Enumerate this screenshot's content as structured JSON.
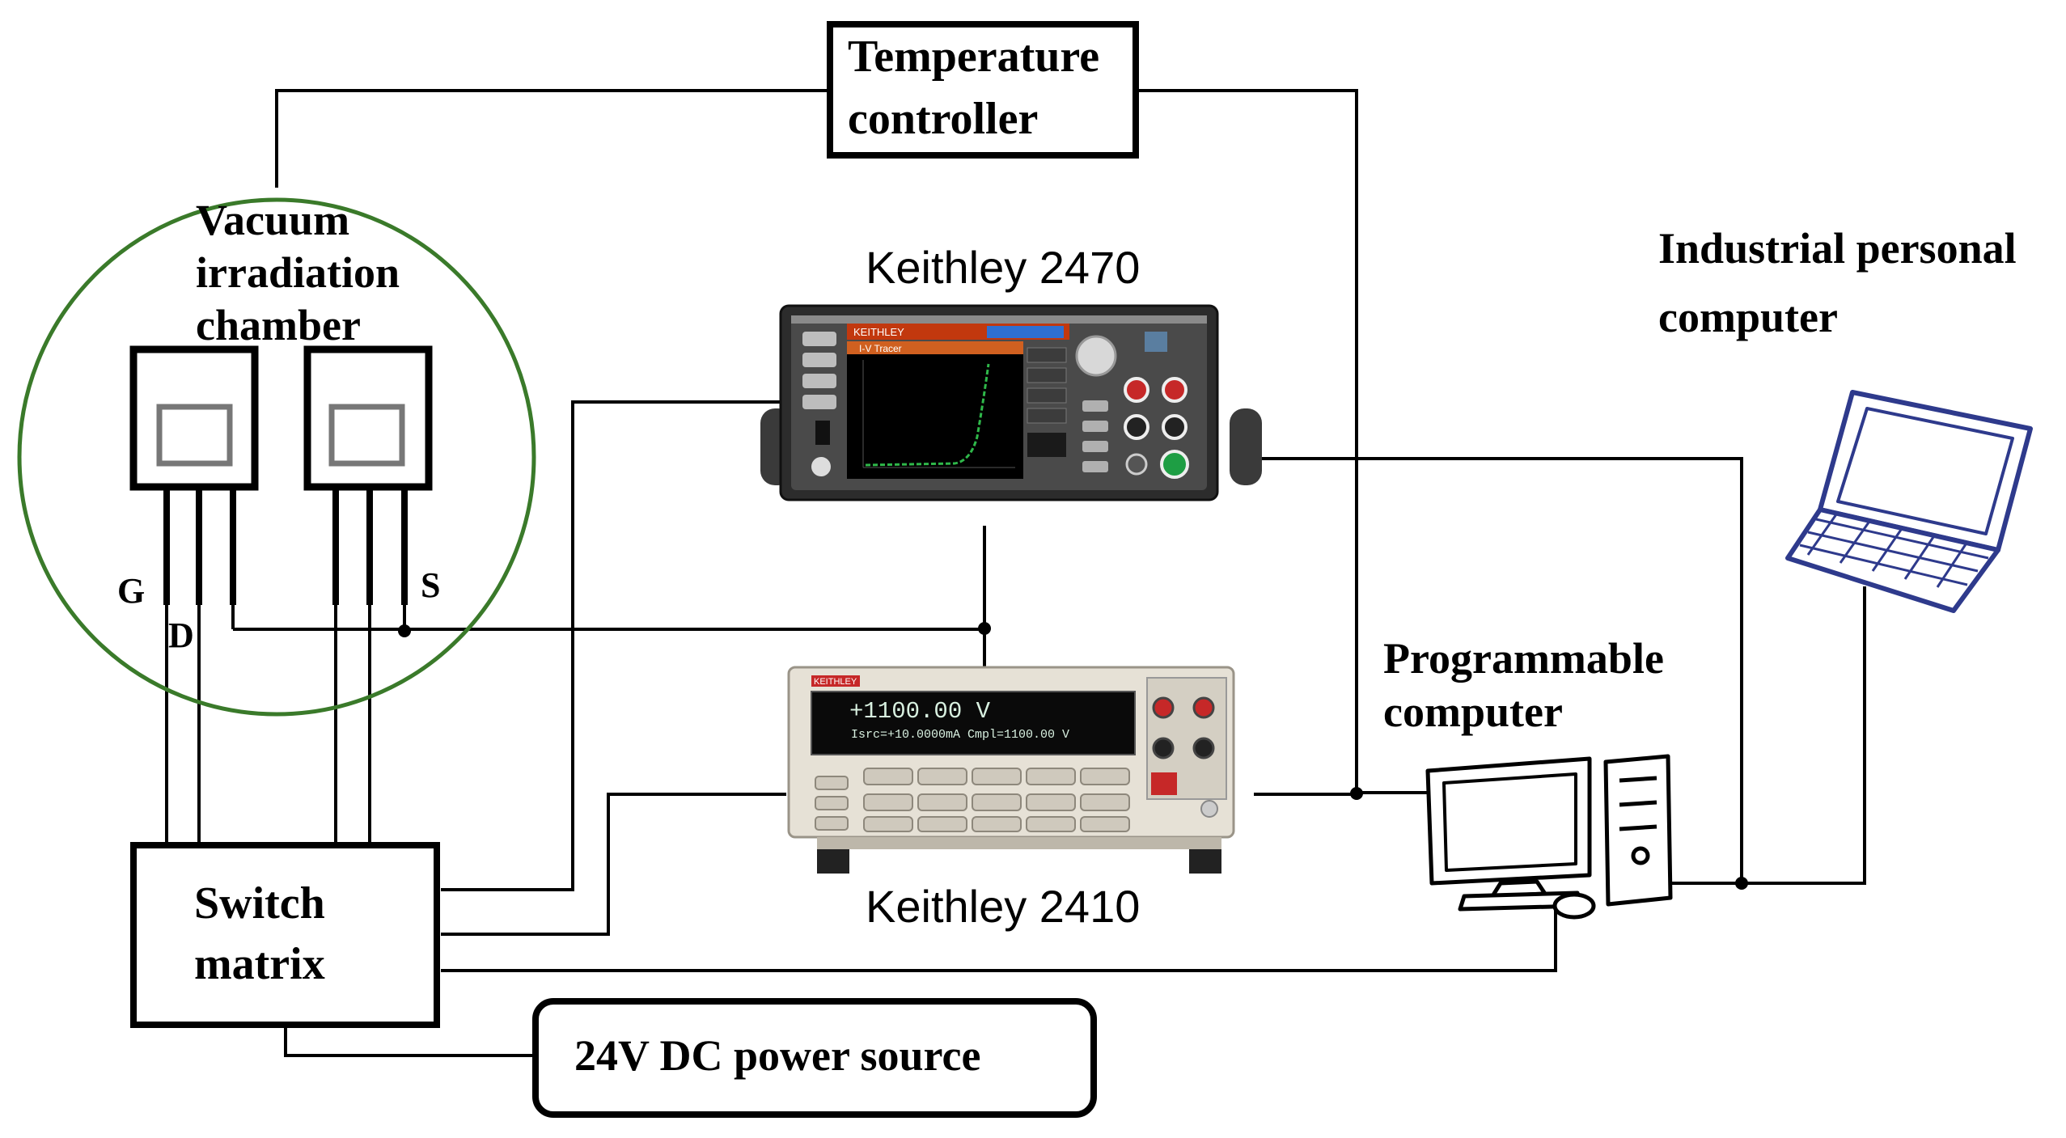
{
  "labels": {
    "temperature_controller": [
      "Temperature",
      "controller"
    ],
    "vacuum_chamber": [
      "Vacuum",
      "irradiation",
      "chamber"
    ],
    "keithley_2470": "Keithley 2470",
    "keithley_2410": "Keithley 2410",
    "industrial_pc": [
      "Industrial personal",
      "computer"
    ],
    "programmable_computer": [
      "Programmable",
      "computer"
    ],
    "switch_matrix": [
      "Switch",
      "matrix"
    ],
    "power_source": "24V DC power source",
    "pin_g": "G",
    "pin_d": "D",
    "pin_s": "S"
  },
  "instruments": {
    "k2470_screen_title": "I-V Tracer",
    "k2470_brand": "KEITHLEY",
    "k2410_brand": "KEITHLEY",
    "k2410_display_line1": "+1100.00 V",
    "k2410_display_line2": "Isrc=+10.0000mA  Cmpl=1100.00 V"
  },
  "colors": {
    "chamber_circle": "#3a7a2a",
    "k2470_screen_curve": "#2fb84a",
    "k2410_display": "#d8f0e0",
    "laptop": "#2e3a8c"
  }
}
